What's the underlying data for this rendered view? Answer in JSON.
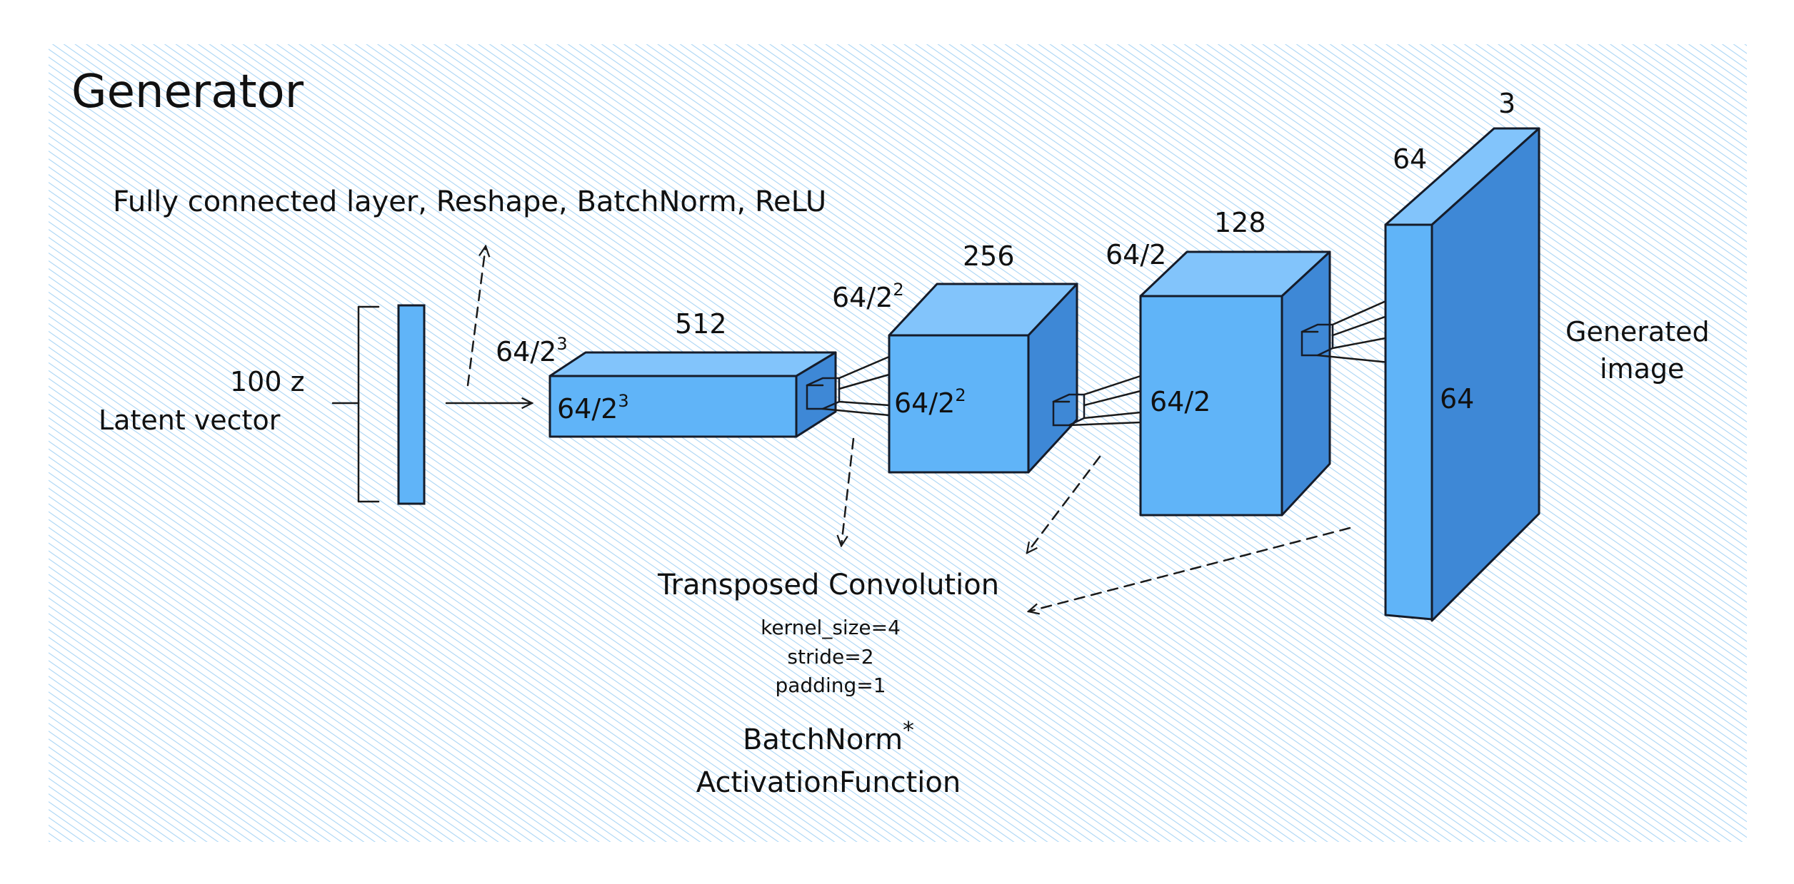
{
  "title": "Generator",
  "top_caption": "Fully connected layer, Reshape, BatchNorm, ReLU",
  "input": {
    "size_label": "100 z",
    "name_label": "Latent vector"
  },
  "blocks": [
    {
      "channels": "512",
      "spatial_top": "64/2",
      "spatial_top_exp": "3",
      "spatial_front": "64/2",
      "spatial_front_exp": "3"
    },
    {
      "channels": "256",
      "spatial_top": "64/2",
      "spatial_top_exp": "2",
      "spatial_front": "64/2",
      "spatial_front_exp": "2"
    },
    {
      "channels": "128",
      "spatial_top": "64/2",
      "spatial_top_exp": "",
      "spatial_front": "64/2",
      "spatial_front_exp": ""
    },
    {
      "channels": "3",
      "spatial_top": "64",
      "spatial_top_exp": "",
      "spatial_front": "64",
      "spatial_front_exp": ""
    }
  ],
  "output_label": [
    "Generated",
    "image"
  ],
  "conv": {
    "title": "Transposed Convolution",
    "params": [
      "kernel_size=4",
      "stride=2",
      "padding=1"
    ]
  },
  "post": {
    "line1": "BatchNorm",
    "line1_mark": "*",
    "line2": "ActivationFunction"
  },
  "colors": {
    "background_hatch": "#a9d5f5",
    "face_front": "#60b4f8",
    "face_top": "#82c4fb",
    "face_side": "#3e88d6",
    "outline": "#151c2a"
  }
}
